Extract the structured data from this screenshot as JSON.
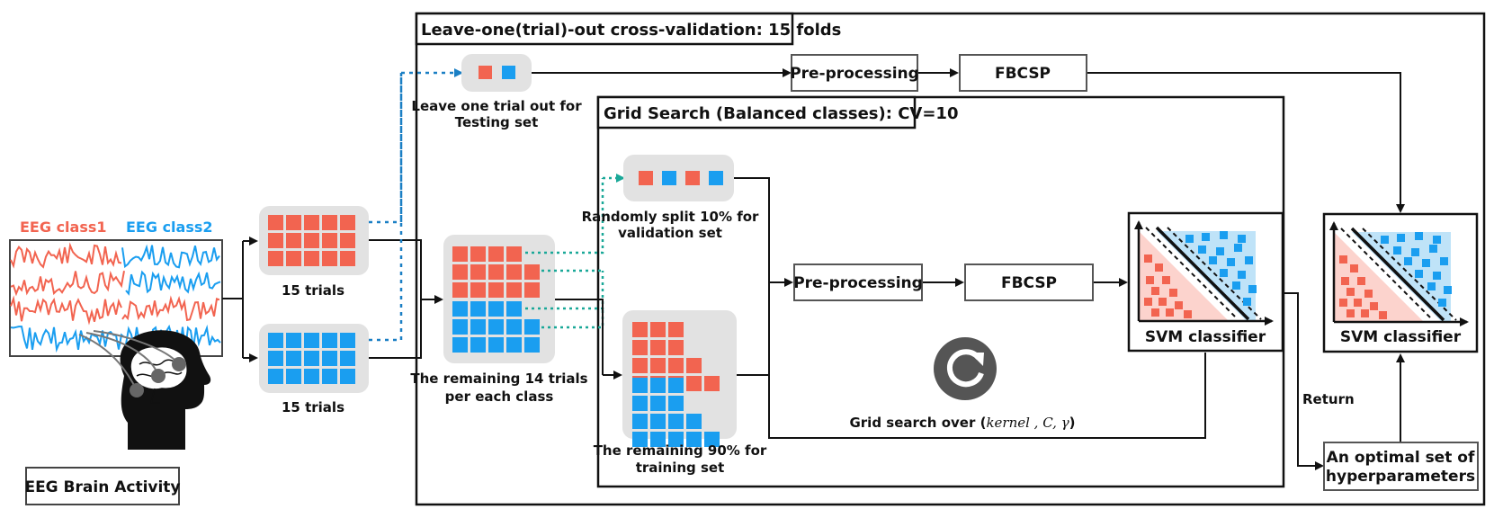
{
  "eeg": {
    "class1_label": "EEG class1",
    "class2_label": "EEG class2",
    "brain_activity_label": "EEG Brain Activity"
  },
  "trials": {
    "class1_count_label": "15 trials",
    "class2_count_label": "15 trials"
  },
  "outer": {
    "title": "Leave-one(trial)-out cross-validation: 15 folds",
    "test_set_label_line1": "Leave one trial out for",
    "test_set_label_line2": "Testing set",
    "preprocessing_label": "Pre-processing",
    "fbcsp_label": "FBCSP",
    "remaining_label_line1": "The remaining 14 trials",
    "remaining_label_line2": "per each class"
  },
  "inner": {
    "title": "Grid Search (Balanced classes): CV=10",
    "validation_label_line1": "Randomly split 10% for",
    "validation_label_line2": "validation set",
    "training_label_line1": "The remaining 90% for",
    "training_label_line2": "training set",
    "preprocessing_label": "Pre-processing",
    "fbcsp_label": "FBCSP",
    "svm_label": "SVM classifier",
    "grid_search_prefix": "Grid search over (",
    "grid_search_params": "kernel , C, γ",
    "grid_search_suffix": ")"
  },
  "result": {
    "return_label": "Return",
    "hyperparams_line1": "An optimal set of",
    "hyperparams_line2": "hyperparameters",
    "svm_label": "SVM classifier"
  },
  "colors": {
    "class1": "#f26450",
    "class2": "#1a9ef0",
    "test_arrow": "#1a7fc4",
    "val_arrow": "#1aa898",
    "group_bg": "#e2e2e2"
  },
  "icons": [
    "head-silhouette-icon",
    "brain-icon",
    "refresh-icon"
  ]
}
